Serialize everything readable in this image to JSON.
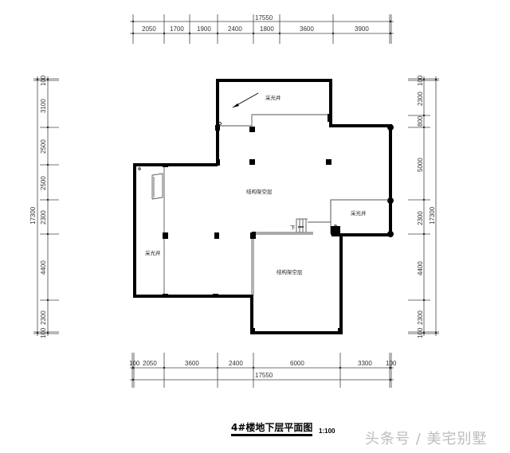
{
  "drawing": {
    "title": "4#楼地下层平面图",
    "scale": "1:100",
    "watermark": "头条号 / 美宅别墅"
  },
  "dimensions": {
    "top": {
      "overall": "17550",
      "segments": [
        "2050",
        "1700",
        "1900",
        "2400",
        "1800",
        "3600",
        "3900"
      ]
    },
    "bottom": {
      "overall": "17550",
      "segments": [
        "100",
        "2050",
        "3600",
        "2400",
        "6000",
        "3300",
        "100"
      ]
    },
    "left": {
      "overall": "17300",
      "segments": [
        "100",
        "3100",
        "2500",
        "2500",
        "2300",
        "4400",
        "2300",
        "100"
      ]
    },
    "right": {
      "overall": "17300",
      "segments": [
        "100",
        "2300",
        "800",
        "5000",
        "2300",
        "4400",
        "2300",
        "100"
      ]
    }
  },
  "rooms": {
    "lightwell_top": "采光井",
    "lightwell_left": "采光井",
    "lightwell_right": "采光井",
    "structural_void_upper": "结构架空层",
    "structural_void_lower": "结构架空层",
    "stair_down": "下"
  }
}
